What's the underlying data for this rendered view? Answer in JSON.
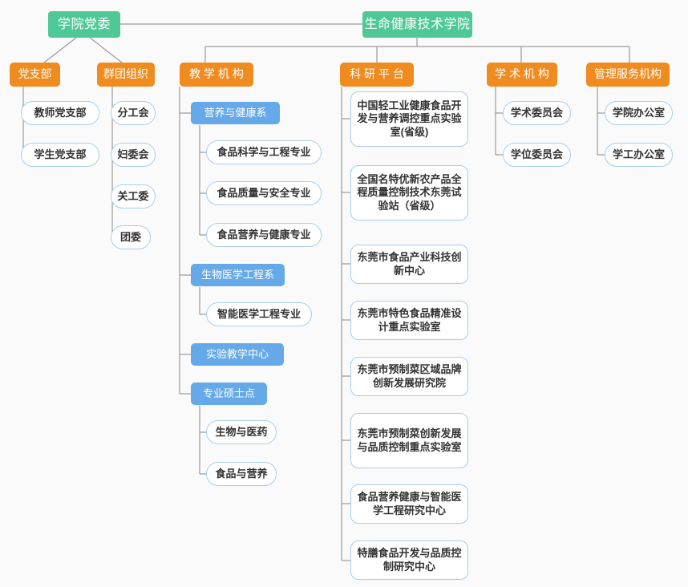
{
  "diagram": {
    "title_root": "生命健康技术学院",
    "party_root": "学院党委",
    "colors": {
      "green": "#4ec995",
      "orange": "#ef8b1f",
      "blue": "#66a9e8",
      "leaf_border": "#a9cdf0",
      "line": "#9a9a9a",
      "background": "#fafafa"
    },
    "nodes": {
      "root_party": "学院党委",
      "root_college": "生命健康技术学院",
      "cat_party_branch": "党支部",
      "cat_mass_org": "群团组织",
      "cat_teaching": "教 学 机 构",
      "cat_research": "科 研 平 台",
      "cat_academic": "学 术 机 构",
      "cat_admin": "管理服务机构",
      "party_branch_items": [
        "教师党支部",
        "学生党支部"
      ],
      "mass_org_items": [
        "分工会",
        "妇委会",
        "关工委",
        "团委"
      ],
      "teaching_dept_nutrition": "营养与健康系",
      "nutrition_majors": [
        "食品科学与工程专业",
        "食品质量与安全专业",
        "食品营养与健康专业"
      ],
      "teaching_dept_biomed": "生物医学工程系",
      "biomed_majors": [
        "智能医学工程专业"
      ],
      "teaching_dept_lab_center": "实验教学中心",
      "teaching_dept_master": "专业硕士点",
      "master_programs": [
        "生物与医药",
        "食品与营养"
      ],
      "research_items": [
        "中国轻工业健康食品开发与营养调控重点实验室(省级)",
        "全国名特优新农产品全程质量控制技术东莞试验站（省级）",
        "东莞市食品产业科技创新中心",
        "东莞市特色食品精准设计重点实验室",
        "东莞市预制菜区域品牌创新发展研究院",
        "东莞市预制菜创新发展与品质控制重点实验室",
        "食品营养健康与智能医学工程研究中心",
        "特膳食品开发与品质控制研究中心"
      ],
      "academic_items": [
        "学术委员会",
        "学位委员会"
      ],
      "admin_items": [
        "学院办公室",
        "学工办公室"
      ]
    }
  }
}
